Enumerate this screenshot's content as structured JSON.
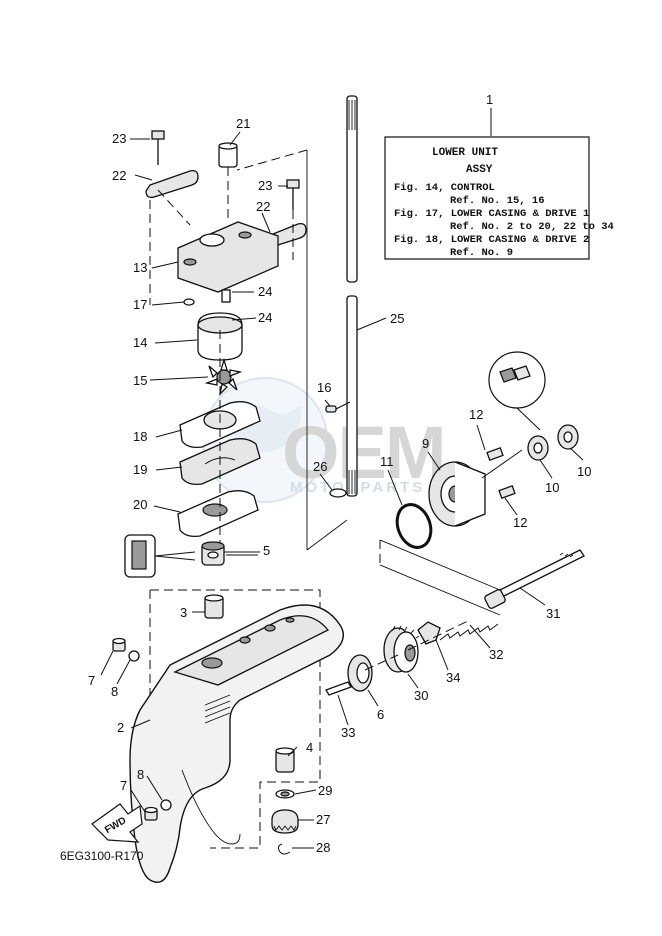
{
  "diagram": {
    "legend": {
      "ref_number": "1",
      "title": "LOWER UNIT",
      "subtitle": "ASSY",
      "lines": [
        "Fig. 14, CONTROL",
        "Ref. No. 15, 16",
        "Fig. 17, LOWER CASING & DRIVE 1",
        "Ref. No. 2 to 20, 22 to 34",
        "Fig. 18, LOWER CASING & DRIVE 2",
        "Ref. No. 9"
      ]
    },
    "part_numbers": {
      "p2": "2",
      "p3": "3",
      "p4": "4",
      "p5": "5",
      "p6": "6",
      "p7a": "7",
      "p7b": "7",
      "p8a": "8",
      "p8b": "8",
      "p9": "9",
      "p10a": "10",
      "p10b": "10",
      "p11": "11",
      "p12a": "12",
      "p12b": "12",
      "p13": "13",
      "p14": "14",
      "p15": "15",
      "p16": "16",
      "p17": "17",
      "p18": "18",
      "p19": "19",
      "p20": "20",
      "p21": "21",
      "p22a": "22",
      "p22b": "22",
      "p23a": "23",
      "p23b": "23",
      "p24a": "24",
      "p24b": "24",
      "p25": "25",
      "p26": "26",
      "p27": "27",
      "p28": "28",
      "p29": "29",
      "p30": "30",
      "p31": "31",
      "p32": "32",
      "p33": "33",
      "p34": "34"
    },
    "fwd_label": "FWD",
    "figure_code": "6EG3100-R170",
    "watermark": {
      "logo_text": "OEM",
      "sub_text": "MOTORPARTS"
    }
  }
}
